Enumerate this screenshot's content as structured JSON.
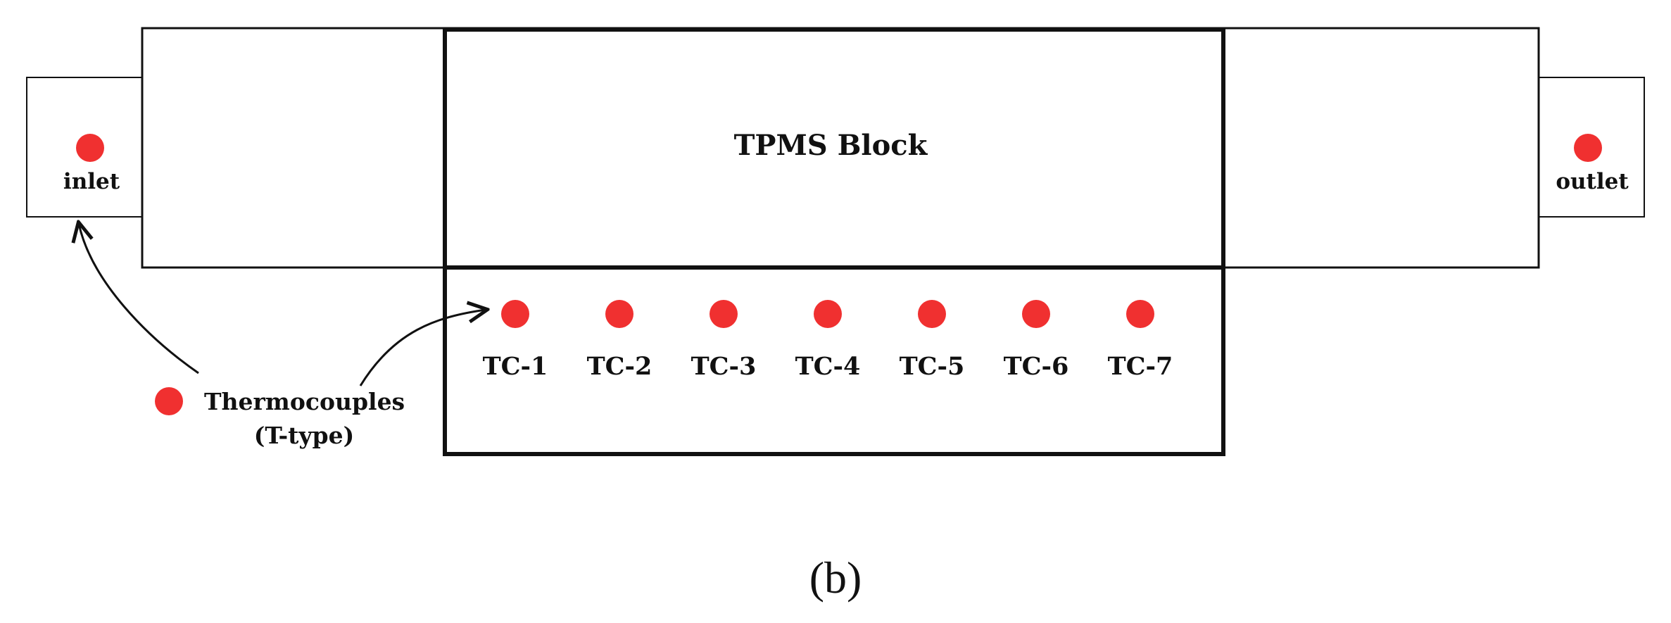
{
  "diagram": {
    "block_label": "TPMS Block",
    "inlet_label": "inlet",
    "outlet_label": "outlet",
    "legend": {
      "line1": "Thermocouples",
      "line2": "(T-type)"
    },
    "thermocouples": [
      "TC-1",
      "TC-2",
      "TC-3",
      "TC-4",
      "TC-5",
      "TC-6",
      "TC-7"
    ],
    "caption": "(b)"
  },
  "colors": {
    "sensor_dot": "#f03030",
    "outline": "#111111",
    "background": "#ffffff"
  }
}
